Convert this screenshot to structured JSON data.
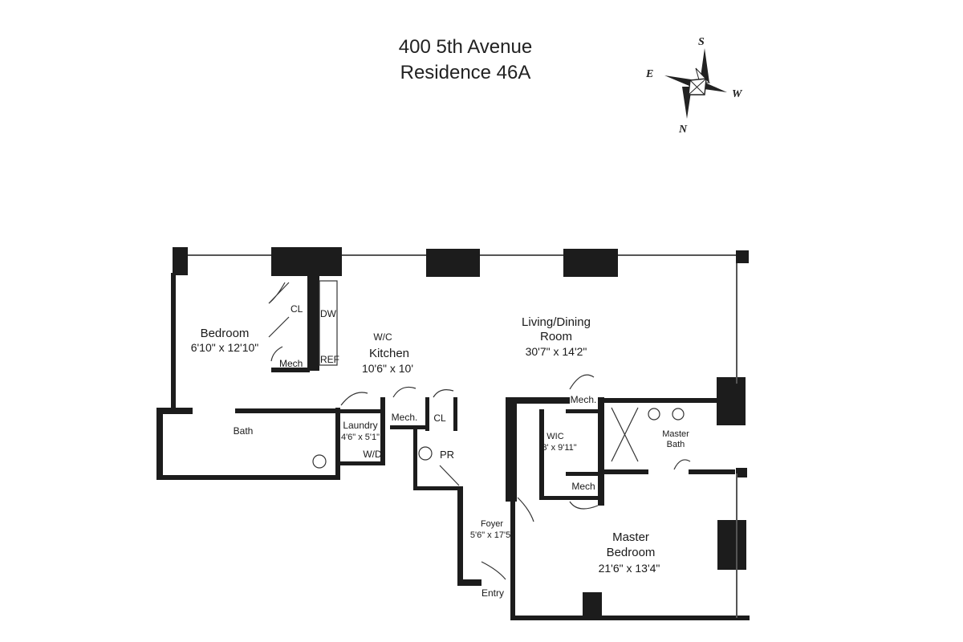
{
  "header": {
    "address": "400 5th Avenue",
    "residence": "Residence 46A"
  },
  "compass": {
    "north": "N",
    "south": "S",
    "east": "E",
    "west": "W"
  },
  "rooms": {
    "bedroom": {
      "name": "Bedroom",
      "size": "6'10\" x 12'10\""
    },
    "closet_bedroom": {
      "name": "CL"
    },
    "mech_bedroom": {
      "name": "Mech"
    },
    "dw": {
      "name": "DW"
    },
    "ref": {
      "name": "REF"
    },
    "kitchen": {
      "prefix": "W/C",
      "name": "Kitchen",
      "size": "10'6\" x 10'"
    },
    "living": {
      "name_line1": "Living/Dining",
      "name_line2": "Room",
      "size": "30'7\" x 14'2\""
    },
    "bath": {
      "name": "Bath"
    },
    "laundry": {
      "name": "Laundry",
      "size": "4'6\" x 5'1\""
    },
    "wd": {
      "name": "W/D"
    },
    "mech_hall": {
      "name": "Mech."
    },
    "closet_hall": {
      "name": "CL"
    },
    "powder": {
      "name": "PR"
    },
    "wic": {
      "name": "WIC",
      "size": "8' x 9'11\""
    },
    "mech_wic_top": {
      "name": "Mech."
    },
    "mech_wic_bottom": {
      "name": "Mech"
    },
    "master_bath": {
      "name_line1": "Master",
      "name_line2": "Bath"
    },
    "foyer": {
      "name": "Foyer",
      "size": "5'6\" x 17'5\""
    },
    "entry": {
      "name": "Entry"
    },
    "master_bedroom": {
      "name_line1": "Master",
      "name_line2": "Bedroom",
      "size": "21'6\" x 13'4\""
    }
  }
}
